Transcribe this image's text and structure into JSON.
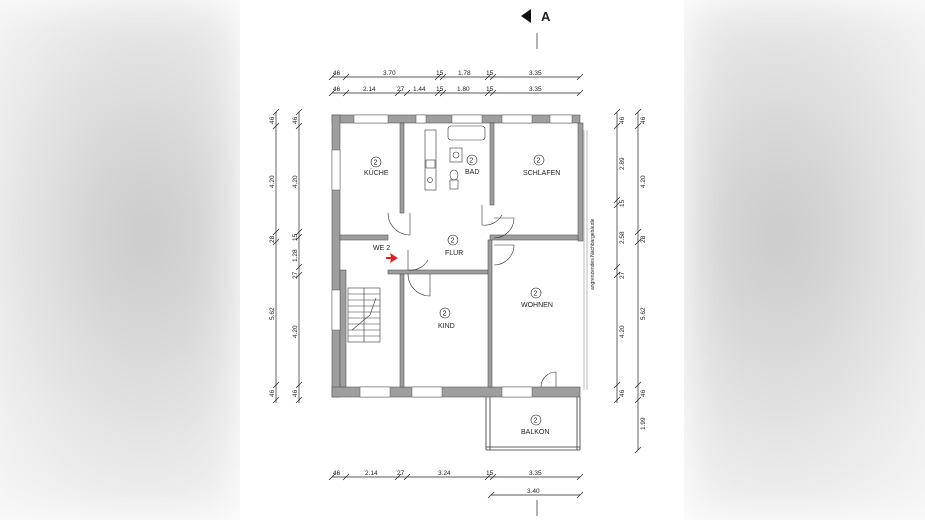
{
  "section_marker": "A",
  "dimensions": {
    "top_row_1": [
      "46",
      "3.70",
      "15",
      "1.78",
      "15",
      "3.35"
    ],
    "top_row_2": [
      "46",
      "2.14",
      "27",
      "1.44",
      "15",
      "1.80",
      "15",
      "3.35"
    ],
    "bottom_row_1": [
      "46",
      "2.14",
      "27",
      "3.24",
      "15",
      "3.35"
    ],
    "bottom_row_2": [
      "3.40"
    ],
    "left_outer": [
      "46",
      "4.20",
      "28",
      "5.62",
      "46"
    ],
    "left_inner": [
      "46",
      "4.20",
      "15",
      "1.28",
      "27",
      "4.20",
      "46"
    ],
    "right_inner": [
      "46",
      "2.89",
      "15",
      "2.58",
      "27",
      "4.20",
      "46"
    ],
    "right_outer": [
      "46",
      "4.20",
      "28",
      "5.62",
      "46",
      "1.99"
    ]
  },
  "rooms": {
    "kueche": {
      "num": "2",
      "label": "KÜCHE"
    },
    "bad": {
      "num": "2",
      "label": "BAD"
    },
    "schlafen": {
      "num": "2",
      "label": "SCHLAFEN"
    },
    "flur": {
      "num": "2",
      "label": "FLUR"
    },
    "kind": {
      "num": "2",
      "label": "KIND"
    },
    "wohnen": {
      "num": "2",
      "label": "WOHNEN"
    },
    "balkon": {
      "num": "2",
      "label": "BALKON"
    }
  },
  "unit_label": "WE 2",
  "side_note": "angrenzendes Nachbargebäude",
  "colors": {
    "wall": "#9e9e9e",
    "wall_stroke": "#555555",
    "entry_arrow": "#e02020",
    "line": "#222222"
  }
}
